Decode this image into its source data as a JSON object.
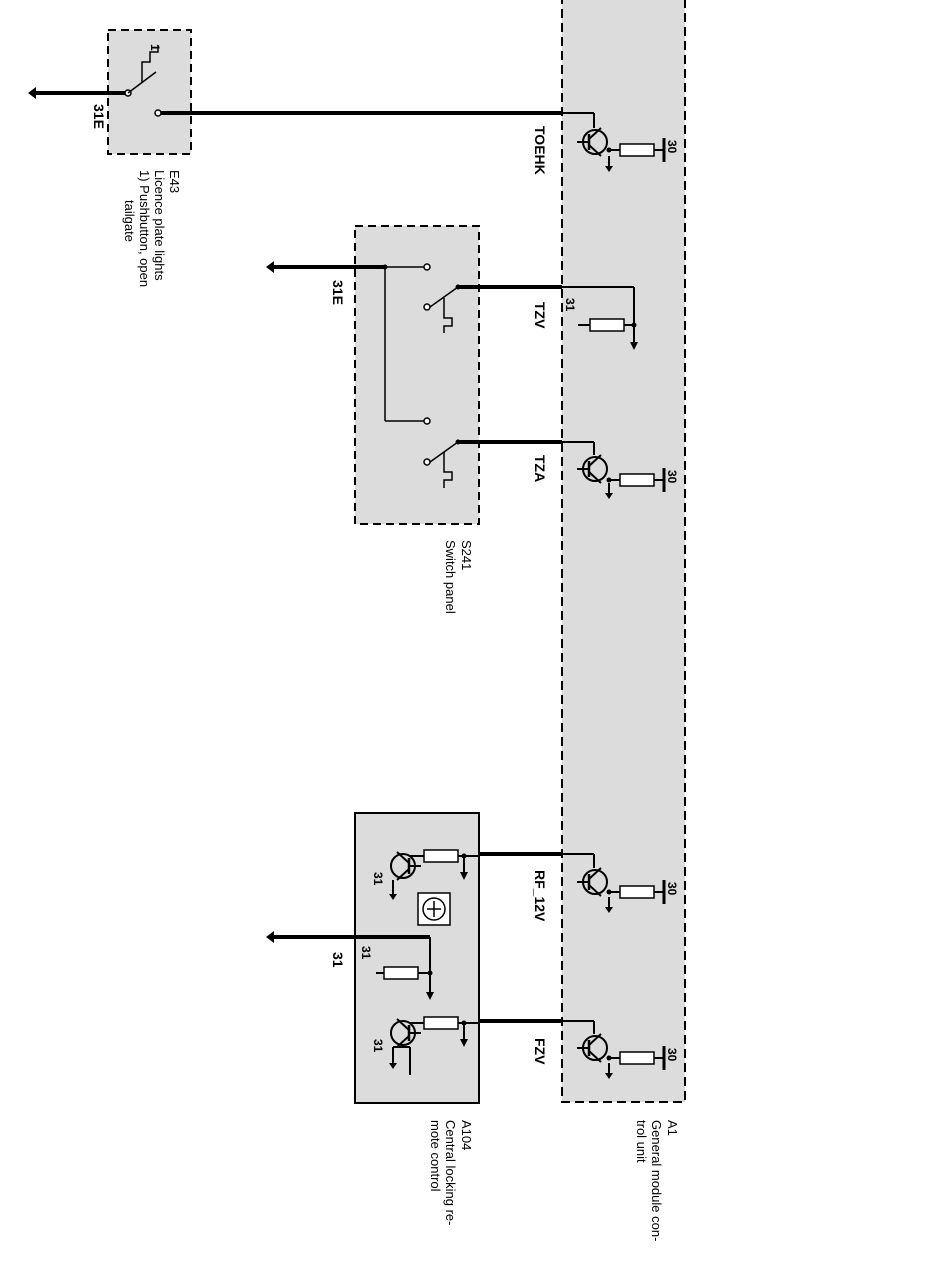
{
  "components": {
    "e43": {
      "id": "E43",
      "desc_line1": "Licence plate lights",
      "desc_line2": "1) Pushbutton, open",
      "desc_line3": "tailgate",
      "pin_label": "1",
      "ground_label": "31E"
    },
    "s241": {
      "id": "S241",
      "desc_line1": "Switch panel",
      "ground_label": "31E"
    },
    "a104": {
      "id": "A104",
      "desc_line1": "Central locking re-",
      "desc_line2": "mote control",
      "ground_label": "31",
      "inner_ground_1": "31",
      "inner_ground_2": "31",
      "inner_ground_3": "31"
    },
    "a1": {
      "id": "A1",
      "desc_line1": "General module con-",
      "desc_line2": "trol unit",
      "supply_1": "30",
      "supply_2": "30",
      "supply_3": "30",
      "supply_4": "30",
      "ground_tzv": "31"
    }
  },
  "signals": {
    "toehk": "TOEHK",
    "tzv": "TZV",
    "tza": "TZA",
    "rf12v": "RF_12V",
    "fzv": "FZV"
  },
  "colors": {
    "module_fill": "#dcdcdc",
    "line": "#000000"
  }
}
